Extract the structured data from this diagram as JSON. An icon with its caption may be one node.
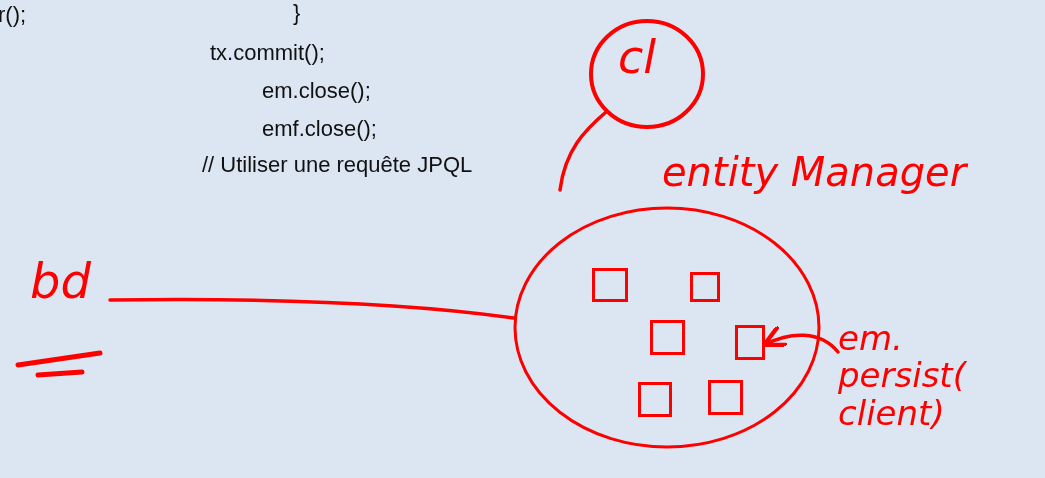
{
  "diagram": {
    "nodes": [
      {
        "text": [
          "cl"
        ]
      },
      {
        "text": [
          "entity Manager"
        ]
      },
      {
        "text": [],
        "shape": "box",
        "in": 1
      },
      {
        "text": [],
        "shape": "box",
        "in": 1
      },
      {
        "text": [],
        "shape": "box",
        "in": 1
      },
      {
        "text": [],
        "shape": "box",
        "in": 1
      },
      {
        "text": [],
        "shape": "box",
        "in": 1
      },
      {
        "text": [],
        "shape": "box",
        "in": 1
      },
      {
        "text": [
          "em. persist( client)"
        ]
      },
      {
        "text": [
          "bd"
        ]
      }
    ],
    "edges": [
      {
        "from": 0,
        "to": null,
        "arrow": "none"
      },
      {
        "from": 9,
        "to": 1,
        "arrow": "none"
      },
      {
        "from": 8,
        "to": 5,
        "arrow": "to"
      }
    ],
    "labels": [
      "r();",
      "}",
      "tx.commit();",
      "em.close();",
      "emf.close();",
      "// Utiliser une requête JPQL"
    ]
  }
}
